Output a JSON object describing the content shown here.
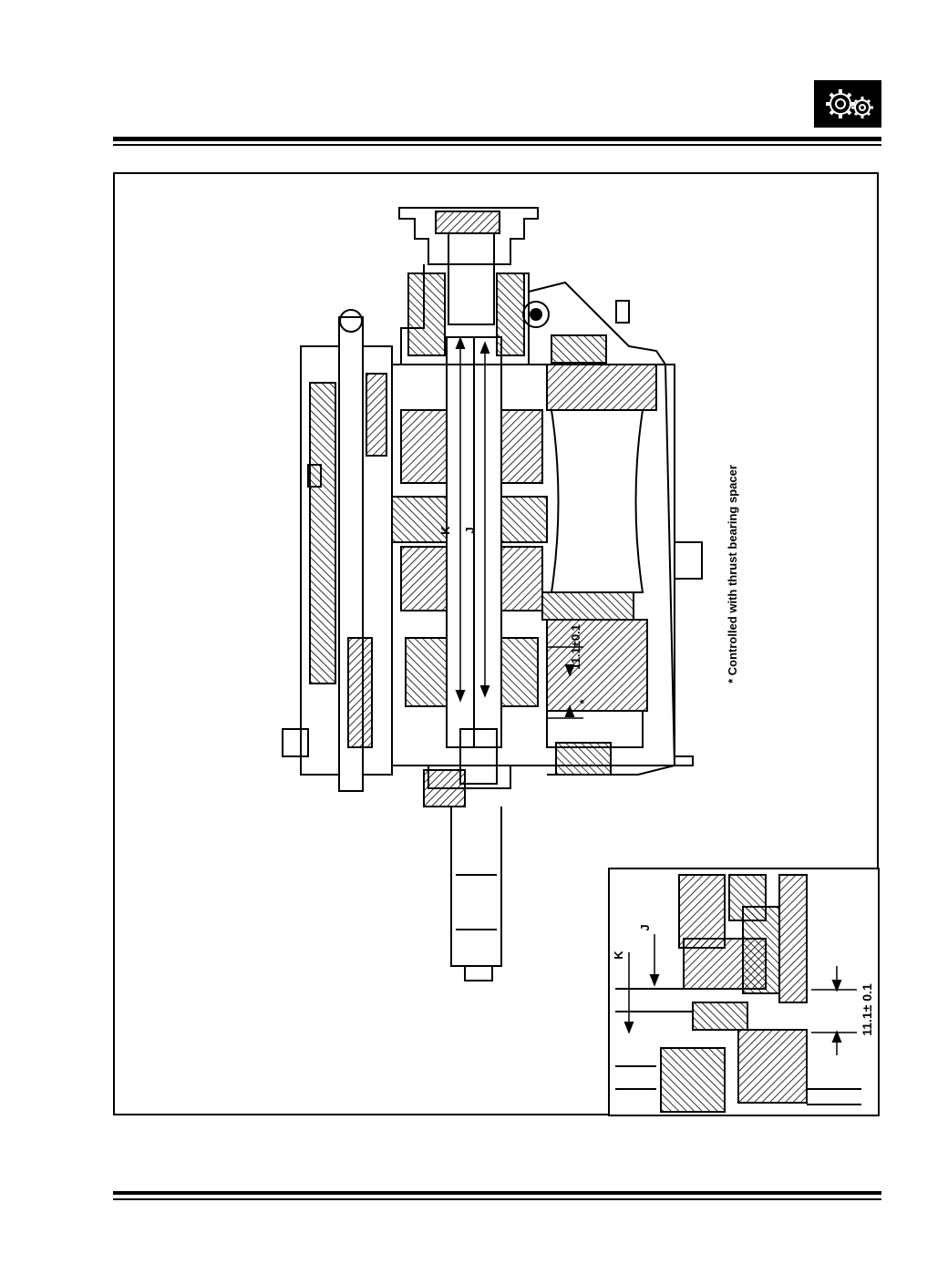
{
  "header": {
    "logo_icon": "gears-icon"
  },
  "main_drawing": {
    "dimension_labels": {
      "k": "K",
      "j": "J",
      "gap": "11.1±0.1",
      "star": "*"
    },
    "footnote": "* Controlled with thrust bearing spacer"
  },
  "detail_inset": {
    "labels": {
      "k": "K",
      "j": "J",
      "gap": "11.1± 0.1"
    }
  }
}
